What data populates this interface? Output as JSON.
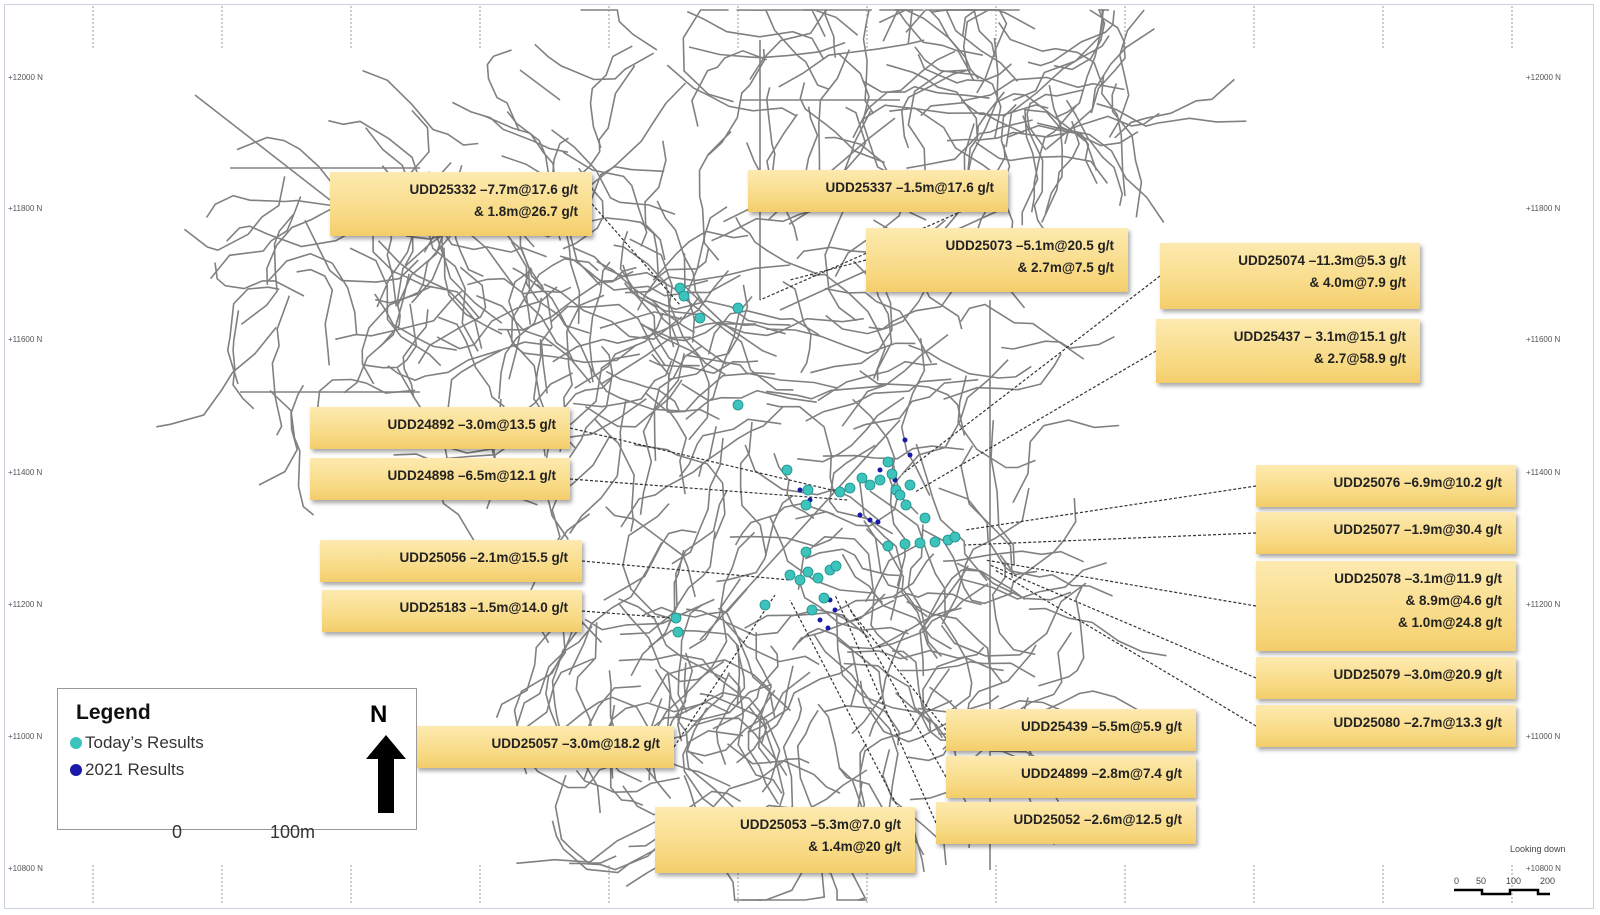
{
  "axis": {
    "northings": [
      "12000 N",
      "11800 N",
      "11600 N",
      "11400 N",
      "11200 N",
      "11000 N",
      "10800 N"
    ]
  },
  "callouts": [
    {
      "lines": [
        "UDD25332 –7.7m@17.6 g/t",
        "& 1.8m@26.7 g/t"
      ]
    },
    {
      "lines": [
        "UDD25337 –1.5m@17.6 g/t"
      ]
    },
    {
      "lines": [
        "UDD25073 –5.1m@20.5 g/t",
        "& 2.7m@7.5 g/t"
      ]
    },
    {
      "lines": [
        "UDD25074 –11.3m@5.3 g/t",
        "& 4.0m@7.9 g/t"
      ]
    },
    {
      "lines": [
        "UDD25437 – 3.1m@15.1 g/t",
        "& 2.7@58.9 g/t"
      ]
    },
    {
      "lines": [
        "UDD24892 –3.0m@13.5 g/t"
      ]
    },
    {
      "lines": [
        "UDD24898 –6.5m@12.1 g/t"
      ]
    },
    {
      "lines": [
        "UDD25056 –2.1m@15.5 g/t"
      ]
    },
    {
      "lines": [
        "UDD25183 –1.5m@14.0 g/t"
      ]
    },
    {
      "lines": [
        "UDD25057 –3.0m@18.2 g/t"
      ]
    },
    {
      "lines": [
        "UDD25053 –5.3m@7.0 g/t",
        "& 1.4m@20 g/t"
      ]
    },
    {
      "lines": [
        "UDD25439 –5.5m@5.9 g/t"
      ]
    },
    {
      "lines": [
        "UDD24899 –2.8m@7.4 g/t"
      ]
    },
    {
      "lines": [
        "UDD25052 –2.6m@12.5 g/t"
      ]
    },
    {
      "lines": [
        "UDD25076 –6.9m@10.2 g/t"
      ]
    },
    {
      "lines": [
        "UDD25077 –1.9m@30.4 g/t"
      ]
    },
    {
      "lines": [
        "UDD25078 –3.1m@11.9 g/t",
        "& 8.9m@4.6 g/t",
        "& 1.0m@24.8 g/t"
      ]
    },
    {
      "lines": [
        "UDD25079 –3.0m@20.9 g/t"
      ]
    },
    {
      "lines": [
        "UDD25080 –2.7m@13.3 g/t"
      ]
    }
  ],
  "legend": {
    "title": "Legend",
    "items": [
      {
        "label": "Today’s Results",
        "color": "#3cc4bc"
      },
      {
        "label": "2021 Results",
        "color": "#1a1aa8"
      }
    ],
    "north_label": "N"
  },
  "scale_bar": {
    "start": "0",
    "end": "100m"
  },
  "view_label": "Looking down",
  "mini_scale": [
    "0",
    "50",
    "100",
    "200"
  ],
  "colors": {
    "tunnels": "#808080",
    "callout": "#f8d982",
    "today": "#3cc4bc",
    "y2021": "#1a1aa8"
  }
}
